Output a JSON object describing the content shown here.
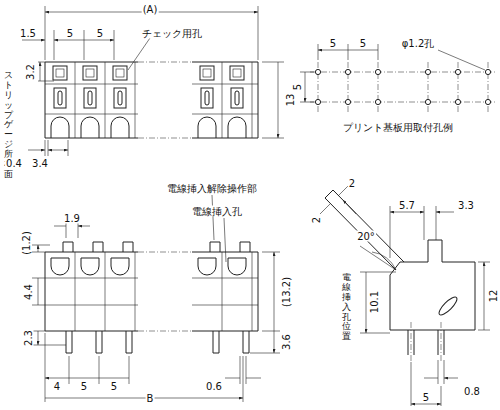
{
  "diagram": {
    "labels": [
      "(A)",
      "1.5",
      "5",
      "5",
      "チェック用孔",
      "3.2",
      "13",
      "ストリップゲージ所在面",
      "0.4",
      "3.4",
      "5",
      "5",
      "φ1.2孔",
      "5",
      "プリント基板用取付孔例",
      "1.9",
      "電線挿入解除操作部",
      "電線挿入孔",
      "(1.2)",
      "4.4",
      "2.3",
      "(13.2)",
      "3.6",
      "4",
      "5",
      "5",
      "0.6",
      "B",
      "2",
      "2",
      "20°",
      "5.7",
      "3.3",
      "電線挿入孔位置",
      "10.1",
      "12",
      "0.8",
      "5"
    ]
  }
}
